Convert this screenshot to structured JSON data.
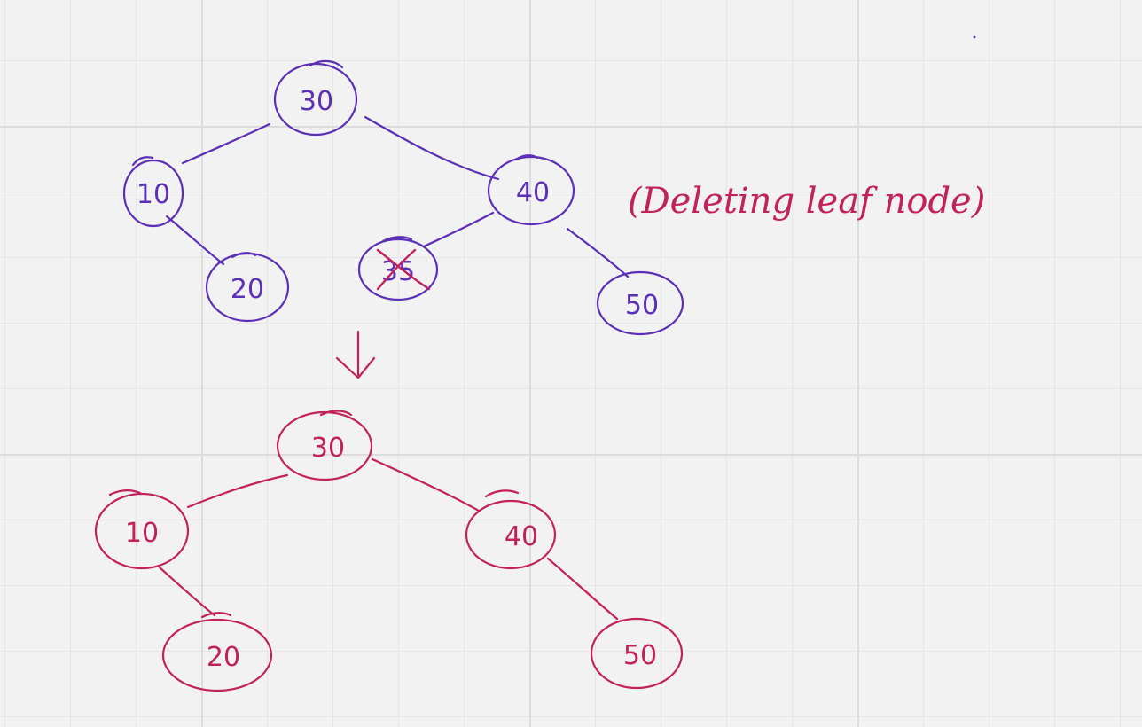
{
  "colors": {
    "before": "#5b2fb8",
    "after": "#c2215b",
    "cross": "#c2215b"
  },
  "note": "(Deleting leaf node)",
  "before_tree": {
    "nodes": [
      {
        "id": "b30",
        "label": "30"
      },
      {
        "id": "b10",
        "label": "10"
      },
      {
        "id": "b40",
        "label": "40"
      },
      {
        "id": "b20",
        "label": "20"
      },
      {
        "id": "b35",
        "label": "35",
        "deleted": true
      },
      {
        "id": "b50",
        "label": "50"
      }
    ]
  },
  "after_tree": {
    "nodes": [
      {
        "id": "a30",
        "label": "30"
      },
      {
        "id": "a10",
        "label": "10"
      },
      {
        "id": "a40",
        "label": "40"
      },
      {
        "id": "a20",
        "label": "20"
      },
      {
        "id": "a50",
        "label": "50"
      }
    ]
  }
}
